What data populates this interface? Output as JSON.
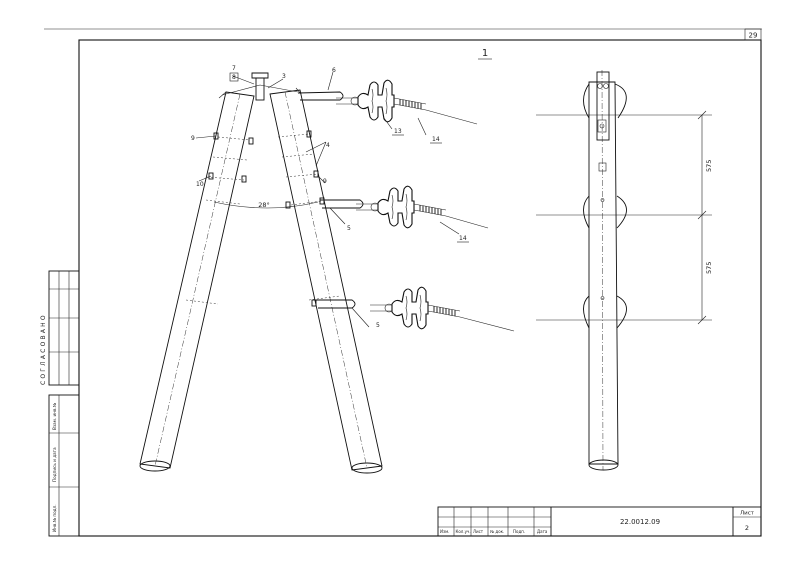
{
  "sheet": {
    "corner_number": "29",
    "view_number": "1",
    "doc_code": "22.0012.09",
    "sheet_label": "Лист",
    "sheet_number": "2"
  },
  "left_strip": {
    "approved": "СОГЛАСОВАНО",
    "inv_replace": "Взам. инв.№",
    "sign_date": "Подпись и дата",
    "inv_orig": "Инв.№ подл."
  },
  "title_block": {
    "headers": [
      "Изм.",
      "Кол.уч.",
      "Лист",
      "№ док.",
      "Подп.",
      "Дата"
    ]
  },
  "callouts": [
    "7",
    "8",
    "3",
    "6",
    "9",
    "4",
    "10",
    "9",
    "5",
    "5",
    "13",
    "14",
    "14"
  ],
  "angle": "28°",
  "dimensions": [
    "575",
    "575"
  ]
}
